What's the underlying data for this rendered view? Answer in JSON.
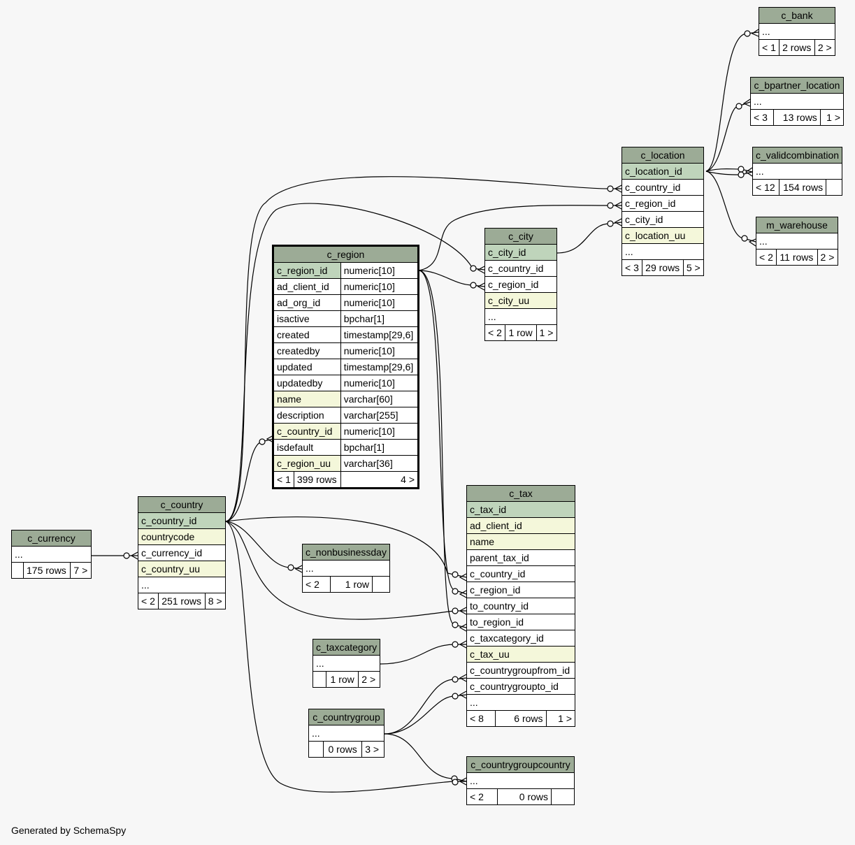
{
  "footer": "Generated by SchemaSpy",
  "tables": {
    "c_region": {
      "name": "c_region",
      "columns": [
        {
          "name": "c_region_id",
          "type": "numeric[10]"
        },
        {
          "name": "ad_client_id",
          "type": "numeric[10]"
        },
        {
          "name": "ad_org_id",
          "type": "numeric[10]"
        },
        {
          "name": "isactive",
          "type": "bpchar[1]"
        },
        {
          "name": "created",
          "type": "timestamp[29,6]"
        },
        {
          "name": "createdby",
          "type": "numeric[10]"
        },
        {
          "name": "updated",
          "type": "timestamp[29,6]"
        },
        {
          "name": "updatedby",
          "type": "numeric[10]"
        },
        {
          "name": "name",
          "type": "varchar[60]"
        },
        {
          "name": "description",
          "type": "varchar[255]"
        },
        {
          "name": "c_country_id",
          "type": "numeric[10]"
        },
        {
          "name": "isdefault",
          "type": "bpchar[1]"
        },
        {
          "name": "c_region_uu",
          "type": "varchar[36]"
        }
      ],
      "footer": {
        "parents": "< 1",
        "rows": "399 rows",
        "children": "4 >"
      }
    },
    "c_bank": {
      "name": "c_bank",
      "columns": [
        "..."
      ],
      "footer": {
        "parents": "< 1",
        "rows": "2 rows",
        "children": "2 >"
      }
    },
    "c_bpartner_location": {
      "name": "c_bpartner_location",
      "columns": [
        "..."
      ],
      "footer": {
        "parents": "< 3",
        "rows": "13 rows",
        "children": "1 >"
      }
    },
    "c_validcombination": {
      "name": "c_validcombination",
      "columns": [
        "..."
      ],
      "footer": {
        "parents": "< 12",
        "rows": "154 rows",
        "children": ""
      }
    },
    "m_warehouse": {
      "name": "m_warehouse",
      "columns": [
        "..."
      ],
      "footer": {
        "parents": "< 2",
        "rows": "11 rows",
        "children": "2 >"
      }
    },
    "c_location": {
      "name": "c_location",
      "columns": [
        "c_location_id",
        "c_country_id",
        "c_region_id",
        "c_city_id",
        "c_location_uu",
        "..."
      ],
      "footer": {
        "parents": "< 3",
        "rows": "29 rows",
        "children": "5 >"
      }
    },
    "c_city": {
      "name": "c_city",
      "columns": [
        "c_city_id",
        "c_country_id",
        "c_region_id",
        "c_city_uu",
        "..."
      ],
      "footer": {
        "parents": "< 2",
        "rows": "1 row",
        "children": "1 >"
      }
    },
    "c_country": {
      "name": "c_country",
      "columns": [
        "c_country_id",
        "countrycode",
        "c_currency_id",
        "c_country_uu",
        "..."
      ],
      "footer": {
        "parents": "< 2",
        "rows": "251 rows",
        "children": "8 >"
      }
    },
    "c_currency": {
      "name": "c_currency",
      "columns": [
        "..."
      ],
      "footer": {
        "parents": "",
        "rows": "175 rows",
        "children": "7 >"
      }
    },
    "c_nonbusinessday": {
      "name": "c_nonbusinessday",
      "columns": [
        "..."
      ],
      "footer": {
        "parents": "< 2",
        "rows": "1 row",
        "children": ""
      }
    },
    "c_tax": {
      "name": "c_tax",
      "columns": [
        "c_tax_id",
        "ad_client_id",
        "name",
        "parent_tax_id",
        "c_country_id",
        "c_region_id",
        "to_country_id",
        "to_region_id",
        "c_taxcategory_id",
        "c_tax_uu",
        "c_countrygroupfrom_id",
        "c_countrygroupto_id",
        "..."
      ],
      "footer": {
        "parents": "< 8",
        "rows": "6 rows",
        "children": "1 >"
      }
    },
    "c_taxcategory": {
      "name": "c_taxcategory",
      "columns": [
        "..."
      ],
      "footer": {
        "parents": "",
        "rows": "1 row",
        "children": "2 >"
      }
    },
    "c_countrygroup": {
      "name": "c_countrygroup",
      "columns": [
        "..."
      ],
      "footer": {
        "parents": "",
        "rows": "0 rows",
        "children": "3 >"
      }
    },
    "c_countrygroupcountry": {
      "name": "c_countrygroupcountry",
      "columns": [
        "..."
      ],
      "footer": {
        "parents": "< 2",
        "rows": "0 rows",
        "children": ""
      }
    }
  }
}
